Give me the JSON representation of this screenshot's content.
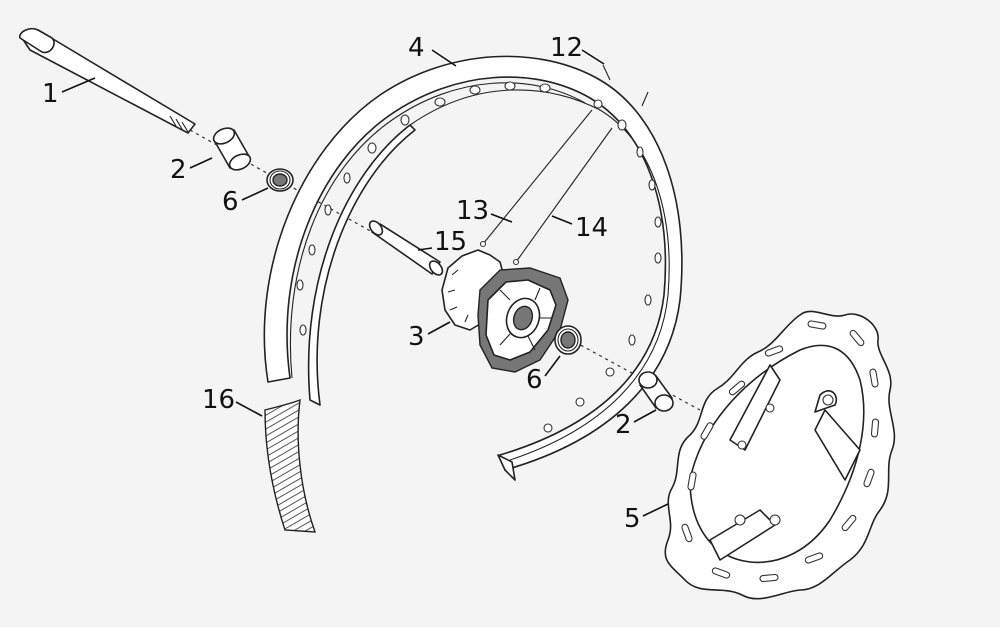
{
  "colors": {
    "background": "#f4f4f4",
    "line": "#222222",
    "hub_shade": "#777777",
    "tape_hatch": "#555555"
  },
  "callouts": [
    {
      "id": "axle",
      "label": "1"
    },
    {
      "id": "spacer-left",
      "label": "2"
    },
    {
      "id": "spacer-right",
      "label": "2"
    },
    {
      "id": "hub",
      "label": "3"
    },
    {
      "id": "rim",
      "label": "4"
    },
    {
      "id": "brake-disc",
      "label": "5"
    },
    {
      "id": "bearing-left",
      "label": "6"
    },
    {
      "id": "bearing-right",
      "label": "6"
    },
    {
      "id": "nipple",
      "label": "12"
    },
    {
      "id": "spoke-short",
      "label": "13"
    },
    {
      "id": "spoke-long",
      "label": "14"
    },
    {
      "id": "hub-spacer-tube",
      "label": "15"
    },
    {
      "id": "rim-tape",
      "label": "16"
    }
  ]
}
